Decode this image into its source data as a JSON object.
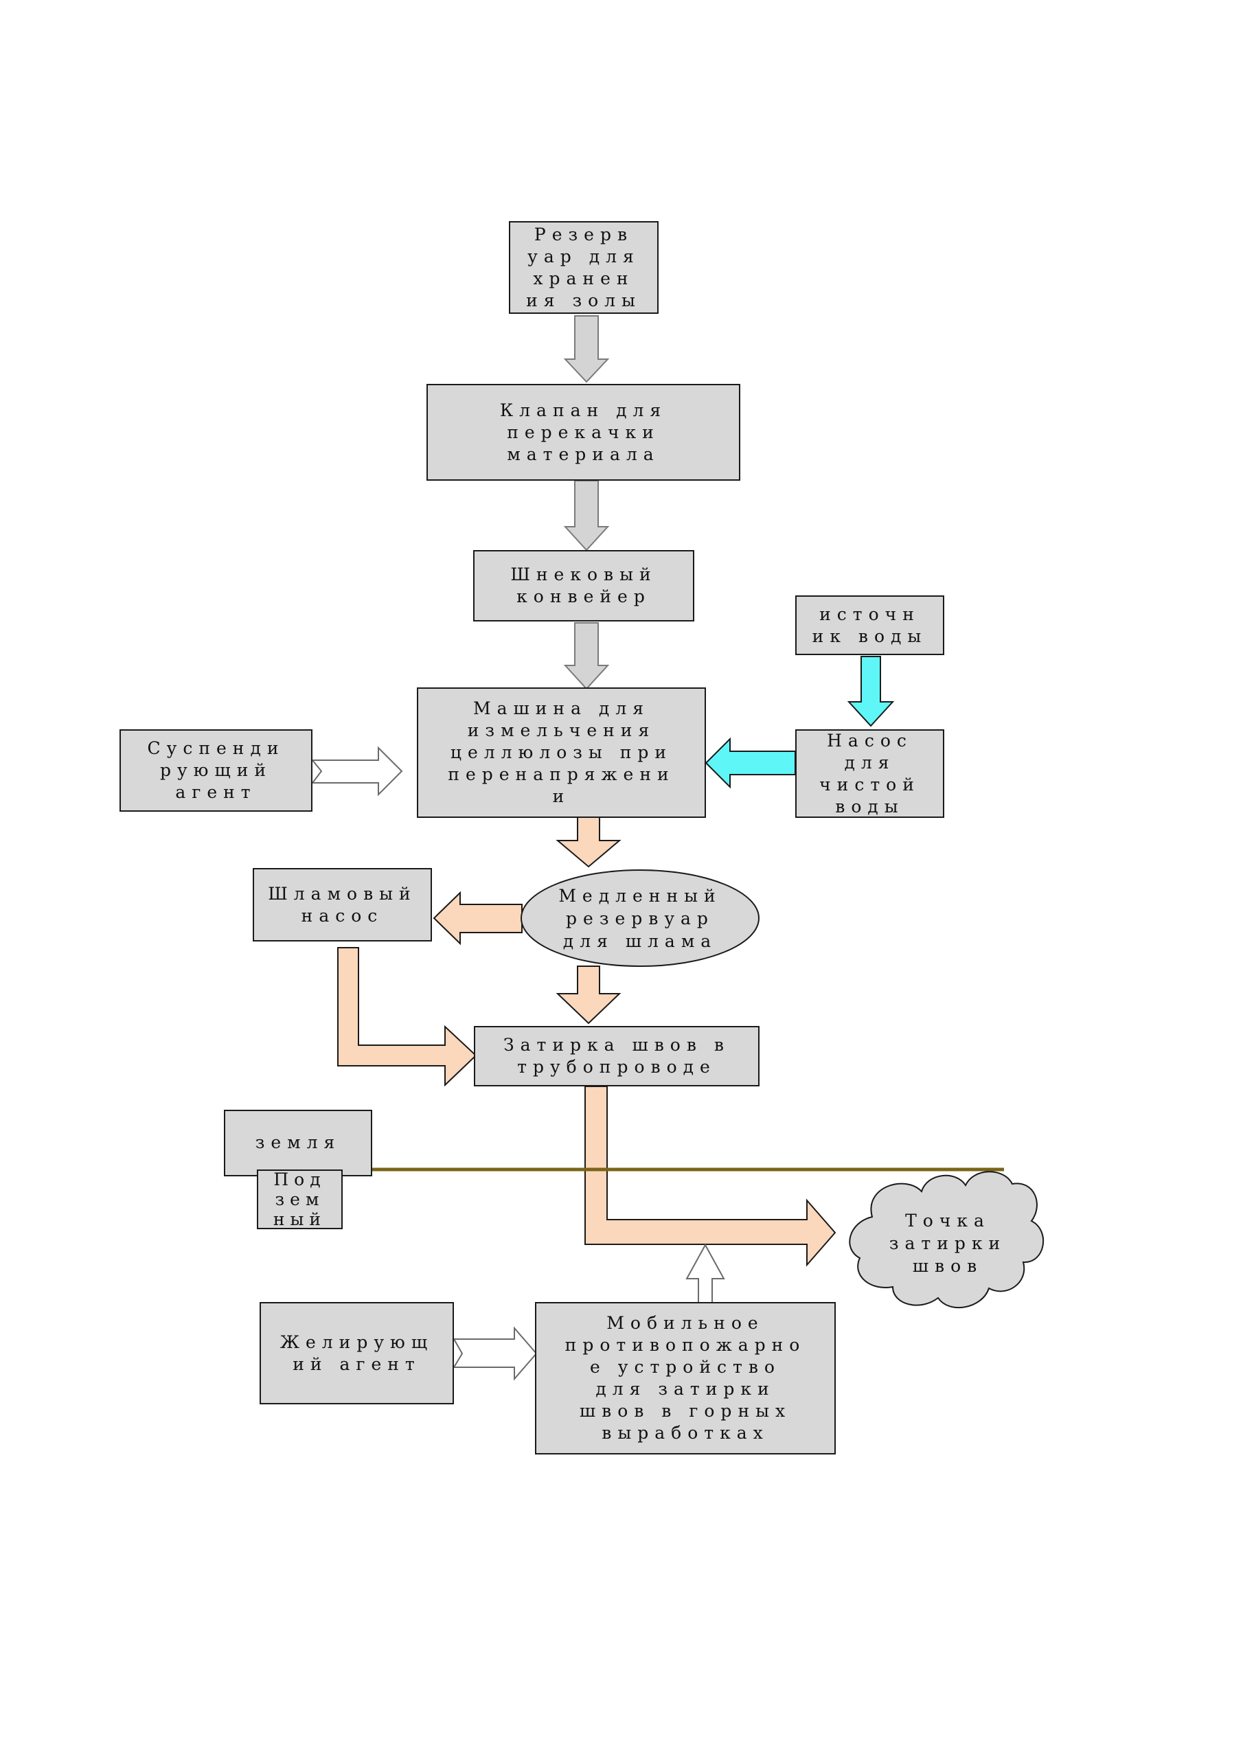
{
  "colors": {
    "box_fill": "#d8d8d8",
    "arrow_gray": "#d4d4d4",
    "arrow_cyan": "#5ff6f8",
    "arrow_peach": "#fbd7bb",
    "arrow_white": "#ffffff",
    "ground_line": "#7a6418"
  },
  "nodes": {
    "ash_tank": "Резерв\nуар для\nхранен\nия золы",
    "transfer_valve": "Клапан для\nперекачки\nматериала",
    "screw_conveyor": "Шнековый\nконвейер",
    "water_source": "источн\nик воды",
    "pulper": "Машина для\nизмельчения\nцеллюлозы при\nперенапряжени\nи",
    "suspending_agent": "Суспенди\nрующий\nагент",
    "clean_water_pump": "Насос\nдля\nчистой\nводы",
    "slurry_pump": "Шламовый\nнасос",
    "slow_slurry_tank": "Медленный\nрезервуар\nдля шлама",
    "pipeline_grouting": "Затирка швов в\nтрубопроводе",
    "ground": "земля",
    "underground": "Под\nзем\nный",
    "grouting_point": "Точка\nзатирки\nшвов",
    "gelling_agent": "Желирующ\nий агент",
    "mobile_fire_unit": "Мобильное\nпротивопожарно\nе устройство\nдля затирки\nшвов в горных\nвыработках"
  }
}
